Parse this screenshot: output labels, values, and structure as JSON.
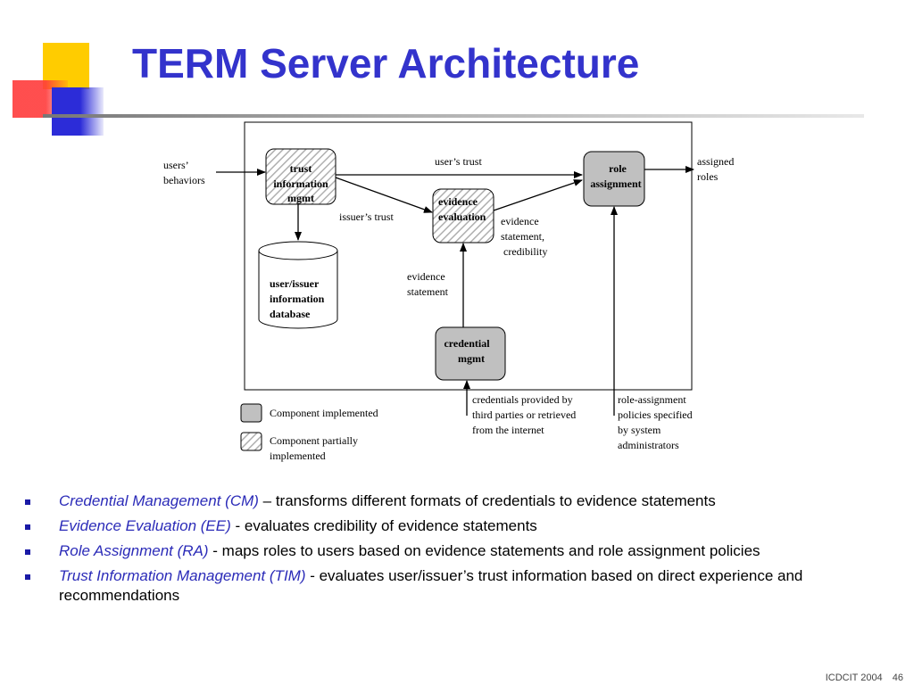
{
  "slide": {
    "title": "TERM Server Architecture",
    "footer": {
      "conference": "ICDCIT 2004",
      "page_number": "46"
    }
  },
  "colors": {
    "title": "#3333cc",
    "term": "#2b2bb8",
    "implemented_fill": "#c0c0c0",
    "accent_yellow": "#ffcc00",
    "accent_red": "#ff3b3b",
    "accent_blue": "#2c2cd8"
  },
  "diagram": {
    "nodes": {
      "tim": {
        "line1": "trust",
        "line2": "information",
        "line3": "mgmt"
      },
      "ee": {
        "line1": "evidence",
        "line2": "evaluation"
      },
      "ra": {
        "line1": "role",
        "line2": "assignment"
      },
      "cm": {
        "line1": "credential",
        "line2": "mgmt"
      },
      "db": {
        "line1": "user/issuer",
        "line2": "information",
        "line3": "database"
      }
    },
    "labels": {
      "users_behaviors": {
        "line1": "users’",
        "line2": "behaviors"
      },
      "users_trust": "user’s trust",
      "issuers_trust": "issuer’s trust",
      "assigned_roles": {
        "line1": "assigned",
        "line2": "roles"
      },
      "evidence_statement_credibility": {
        "line1": "evidence",
        "line2": "statement,",
        "line3": "credibility"
      },
      "evidence_statement": {
        "line1": "evidence",
        "line2": "statement"
      },
      "credentials_provided": {
        "line1": "credentials provided by",
        "line2": "third parties or retrieved",
        "line3": "from the internet"
      },
      "role_policies": {
        "line1": "role-assignment",
        "line2": "policies specified",
        "line3": "by system",
        "line4": "administrators"
      }
    },
    "legend": {
      "implemented": "Component implemented",
      "partial": {
        "line1": "Component partially",
        "line2": "implemented"
      }
    }
  },
  "bullets": [
    {
      "term": "Credential Management (CM)",
      "text": " – transforms different formats of credentials to evidence statements"
    },
    {
      "term": "Evidence Evaluation (EE)",
      "text": " - evaluates credibility of evidence statements"
    },
    {
      "term": "Role Assignment (RA)",
      "text": " - maps roles to users based on evidence statements and role assignment policies"
    },
    {
      "term": "Trust Information Management (TIM)",
      "text": " - evaluates user/issuer’s trust information based on direct experience and recommendations"
    }
  ]
}
